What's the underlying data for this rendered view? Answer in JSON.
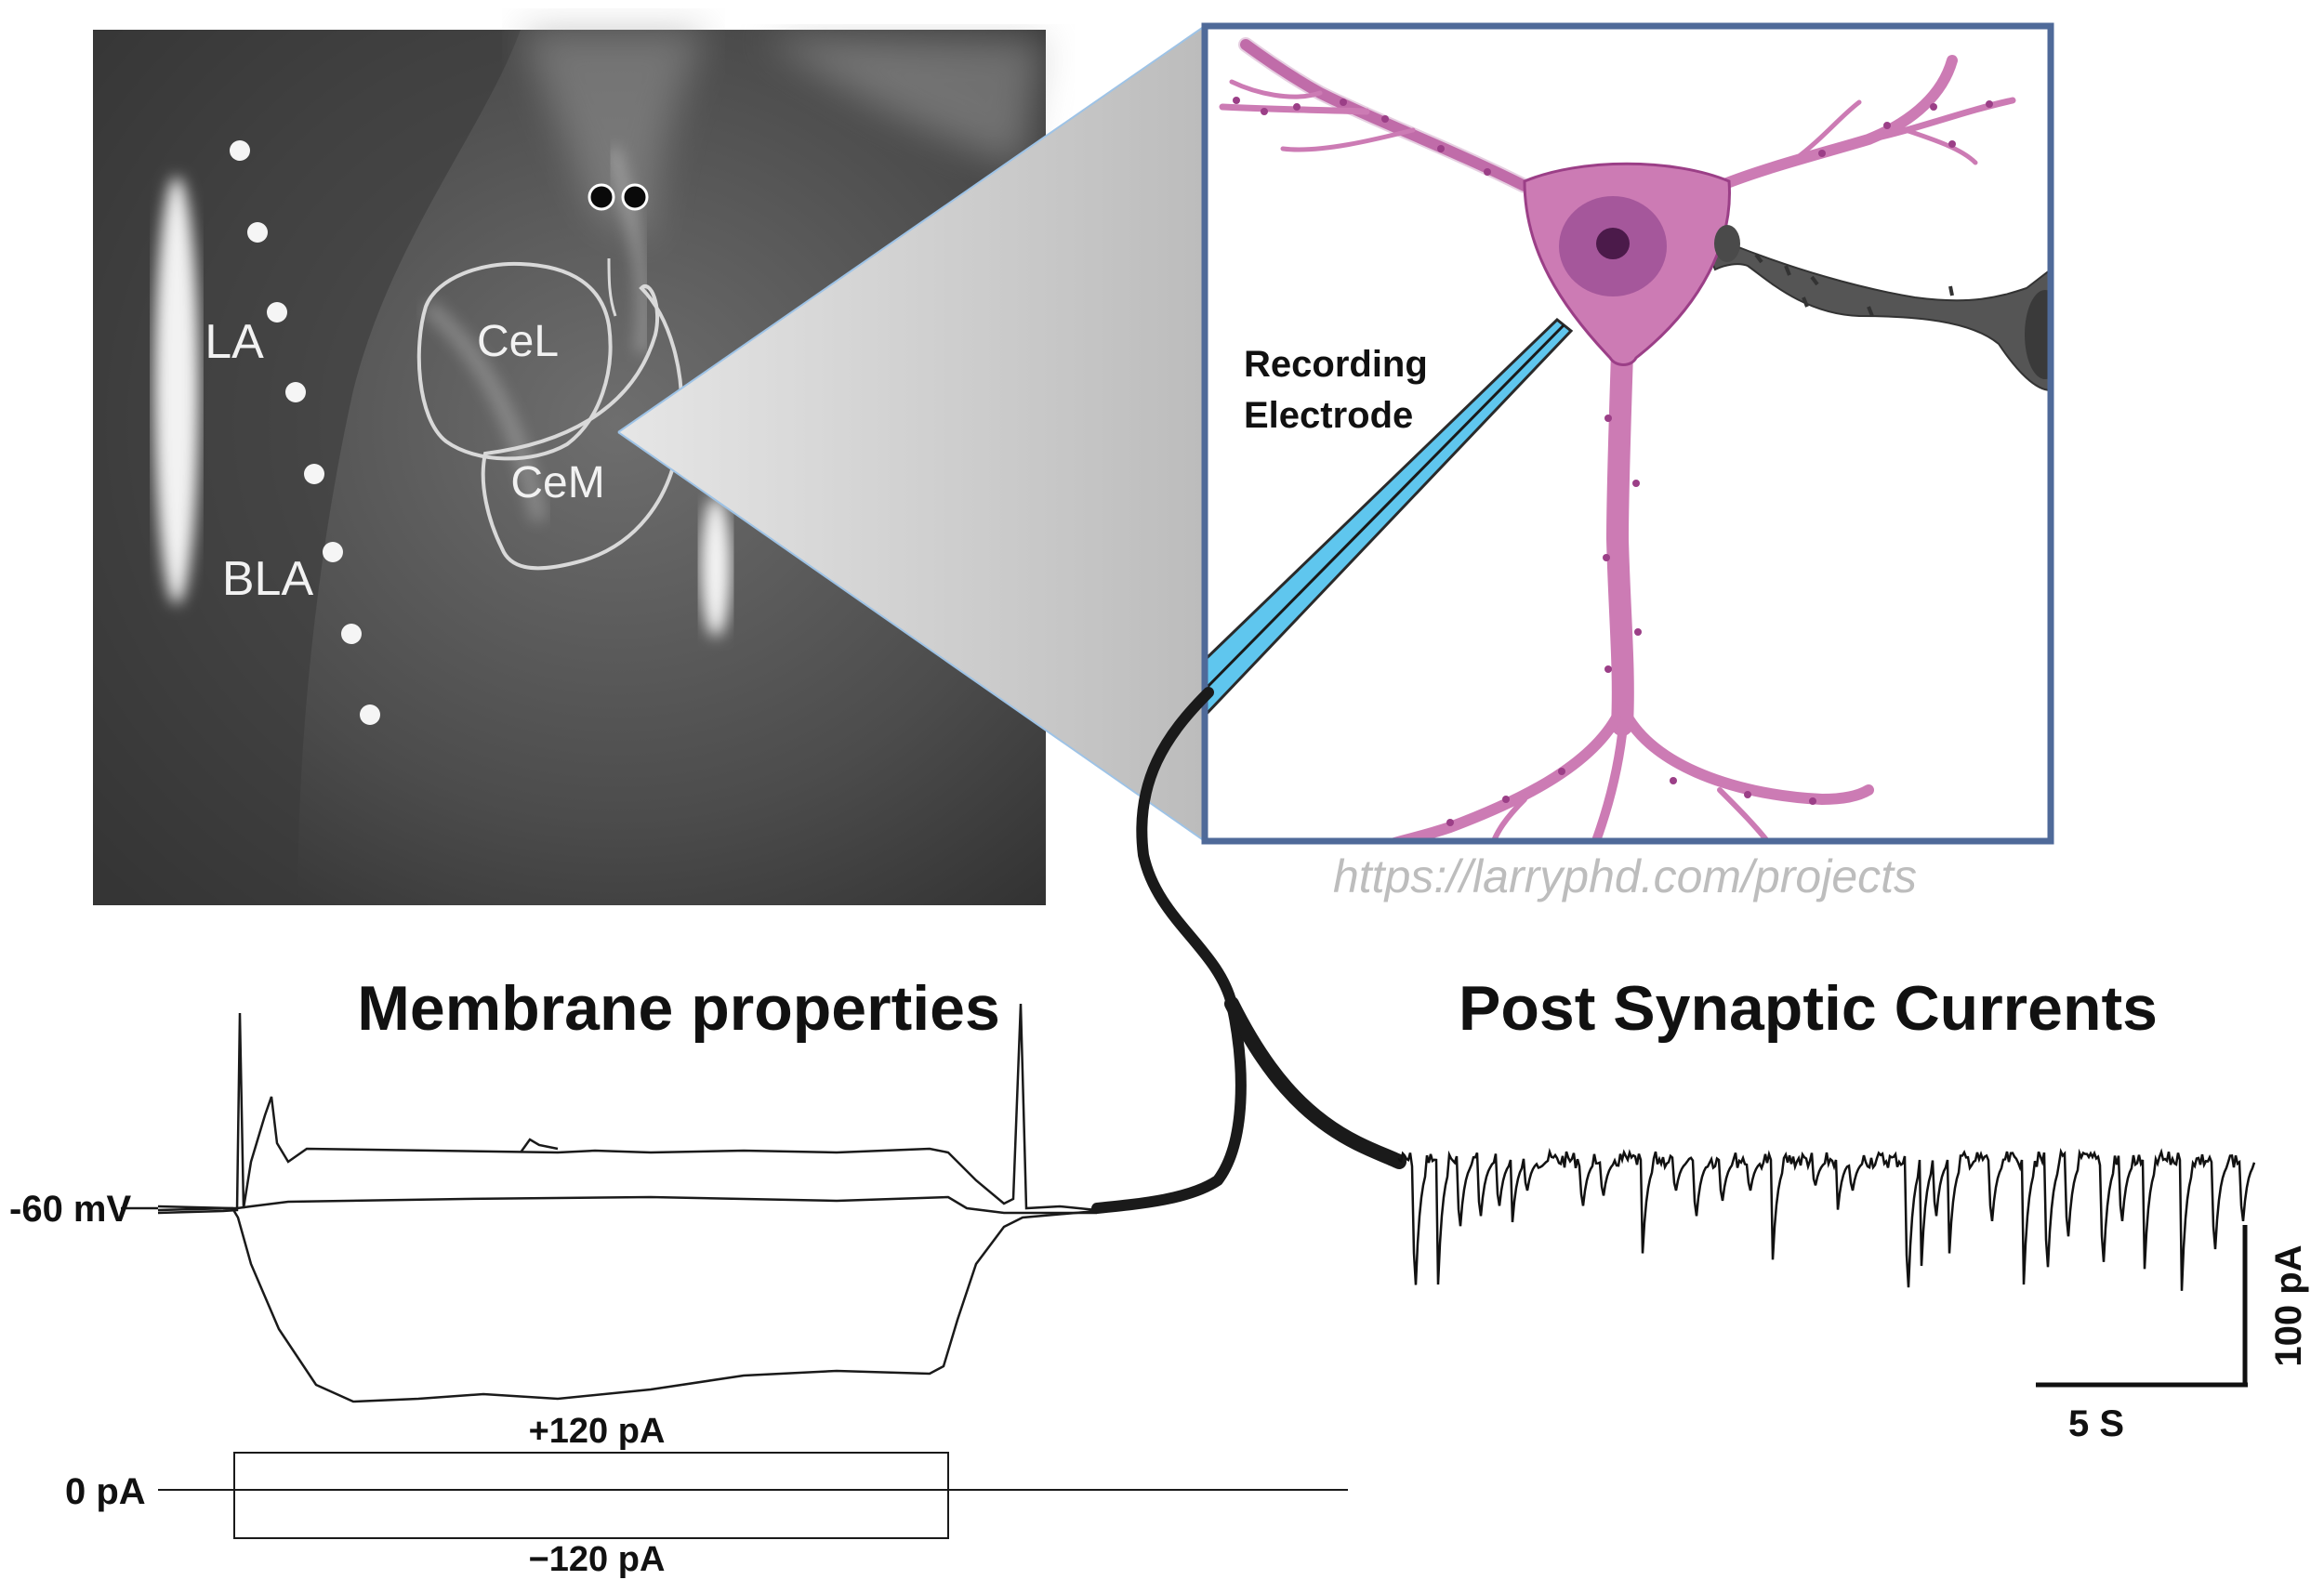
{
  "slice": {
    "regions": {
      "la": "LA",
      "bla": "BLA",
      "cel": "CeL",
      "cem": "CeM"
    }
  },
  "neuron": {
    "electrode_label_line1": "Recording",
    "electrode_label_line2": "Electrode"
  },
  "credit": {
    "url": "https://larryphd.com/projects"
  },
  "membrane": {
    "title": "Membrane properties",
    "holding_label": "-60 mV",
    "current_zero_label": "0 pA",
    "step_positive_label": "+120 pA",
    "step_negative_label": "−120 pA"
  },
  "psc": {
    "title": "Post Synaptic Currents",
    "scale_y_label": "100 pA",
    "scale_x_label": "5 S"
  },
  "colors": {
    "frame_blue": "#4f6a99",
    "neuron_pink": "#cc7bb4",
    "neuron_outline": "#9b3f87",
    "nucleus": "#a5579b",
    "nucleolus": "#4b1a4a",
    "electrode_blue": "#5fc6ee",
    "presynaptic_gray": "#555555",
    "credit_gray": "#bdbdbd"
  }
}
